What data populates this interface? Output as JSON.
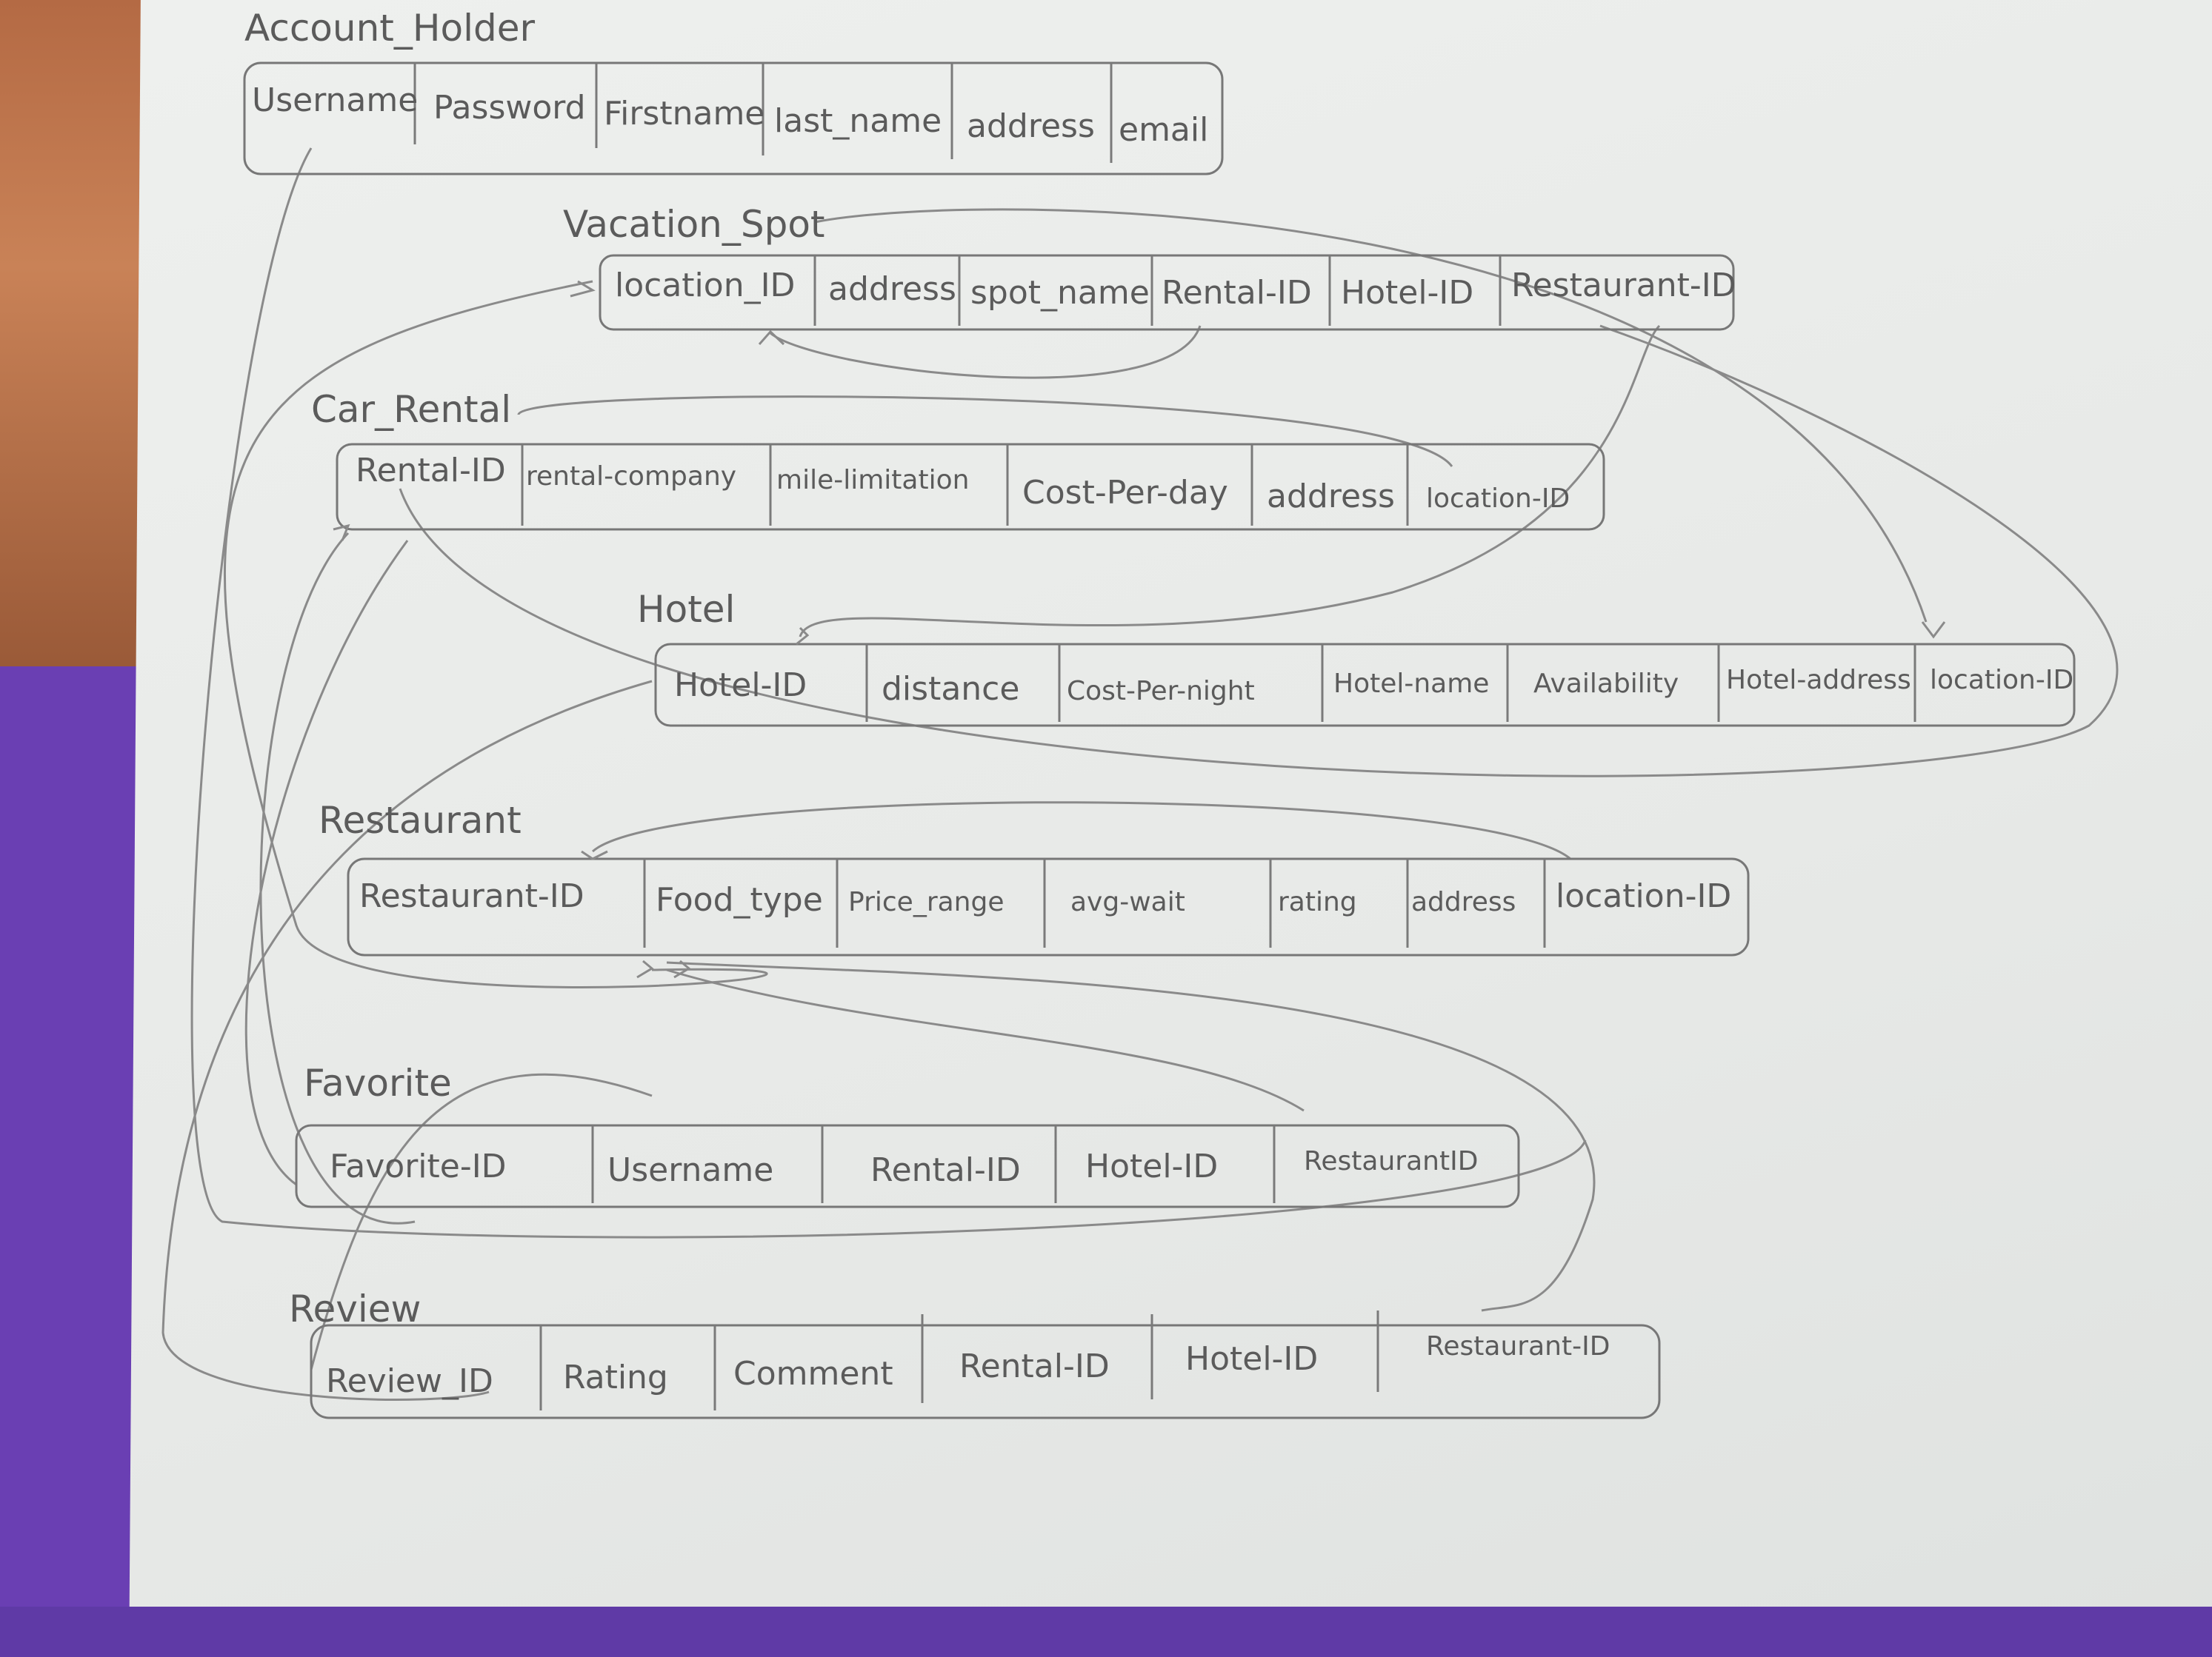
{
  "tables": [
    {
      "key": "account_holder",
      "title": "Account_Holder",
      "fields": [
        "Username",
        "Password",
        "Firstname",
        "last_name",
        "address",
        "email"
      ]
    },
    {
      "key": "vacation_spot",
      "title": "Vacation_Spot",
      "fields": [
        "location_ID",
        "address",
        "spot_name",
        "Rental-ID",
        "Hotel-ID",
        "Restaurant-ID"
      ]
    },
    {
      "key": "car_rental",
      "title": "Car_Rental",
      "fields": [
        "Rental-ID",
        "rental-company",
        "mile-limitation",
        "Cost-Per-day",
        "address",
        "location-ID"
      ]
    },
    {
      "key": "hotel",
      "title": "Hotel",
      "fields": [
        "Hotel-ID",
        "distance",
        "Cost-Per-night",
        "Hotel-name",
        "Availability",
        "Hotel-address",
        "location-ID"
      ]
    },
    {
      "key": "restaurant",
      "title": "Restaurant",
      "fields": [
        "Restaurant-ID",
        "Food_type",
        "Price_range",
        "avg-wait",
        "rating",
        "address",
        "location-ID"
      ]
    },
    {
      "key": "favorite",
      "title": "Favorite",
      "fields": [
        "Favorite-ID",
        "Username",
        "Rental-ID",
        "Hotel-ID",
        "RestaurantID"
      ]
    },
    {
      "key": "review",
      "title": "Review",
      "fields": [
        "Review_ID",
        "Rating",
        "Comment",
        "Rental-ID",
        "Hotel-ID",
        "Restaurant-ID"
      ]
    }
  ],
  "colors": {
    "pencil": "#5b5b5b",
    "paper": "#e9ebe9",
    "folder": "#6a3fb3"
  }
}
